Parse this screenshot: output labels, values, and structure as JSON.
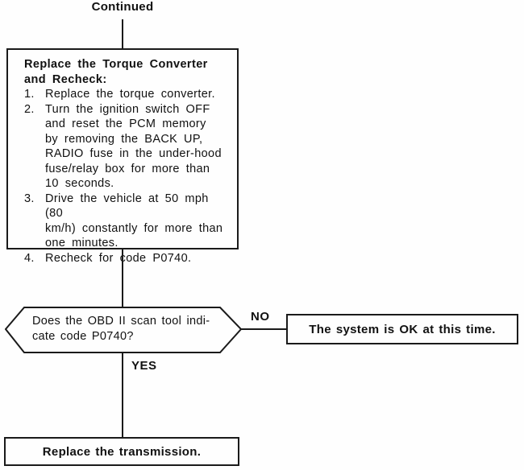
{
  "colors": {
    "line": "#1a1a1a",
    "background": "#fefefe",
    "text": "#111111"
  },
  "continued_label": "Continued",
  "process_box": {
    "title": "Replace the Torque Converter\nand Recheck:",
    "steps": [
      {
        "num": "1.",
        "text": "Replace the torque converter."
      },
      {
        "num": "2.",
        "text": "Turn the ignition switch OFF\nand reset the PCM memory\nby removing the BACK UP,\nRADIO fuse in the under-hood\nfuse/relay box for more than\n10 seconds."
      },
      {
        "num": "3.",
        "text": "Drive the vehicle at 50 mph (80\nkm/h) constantly for more than\none minutes."
      },
      {
        "num": "4.",
        "text": "Recheck for code P0740."
      }
    ]
  },
  "decision": {
    "question": "Does the OBD II scan tool indi-\ncate code P0740?",
    "no_label": "NO",
    "yes_label": "YES"
  },
  "ok_box": {
    "text": "The system is OK at this time."
  },
  "final_box": {
    "text": "Replace the transmission."
  }
}
